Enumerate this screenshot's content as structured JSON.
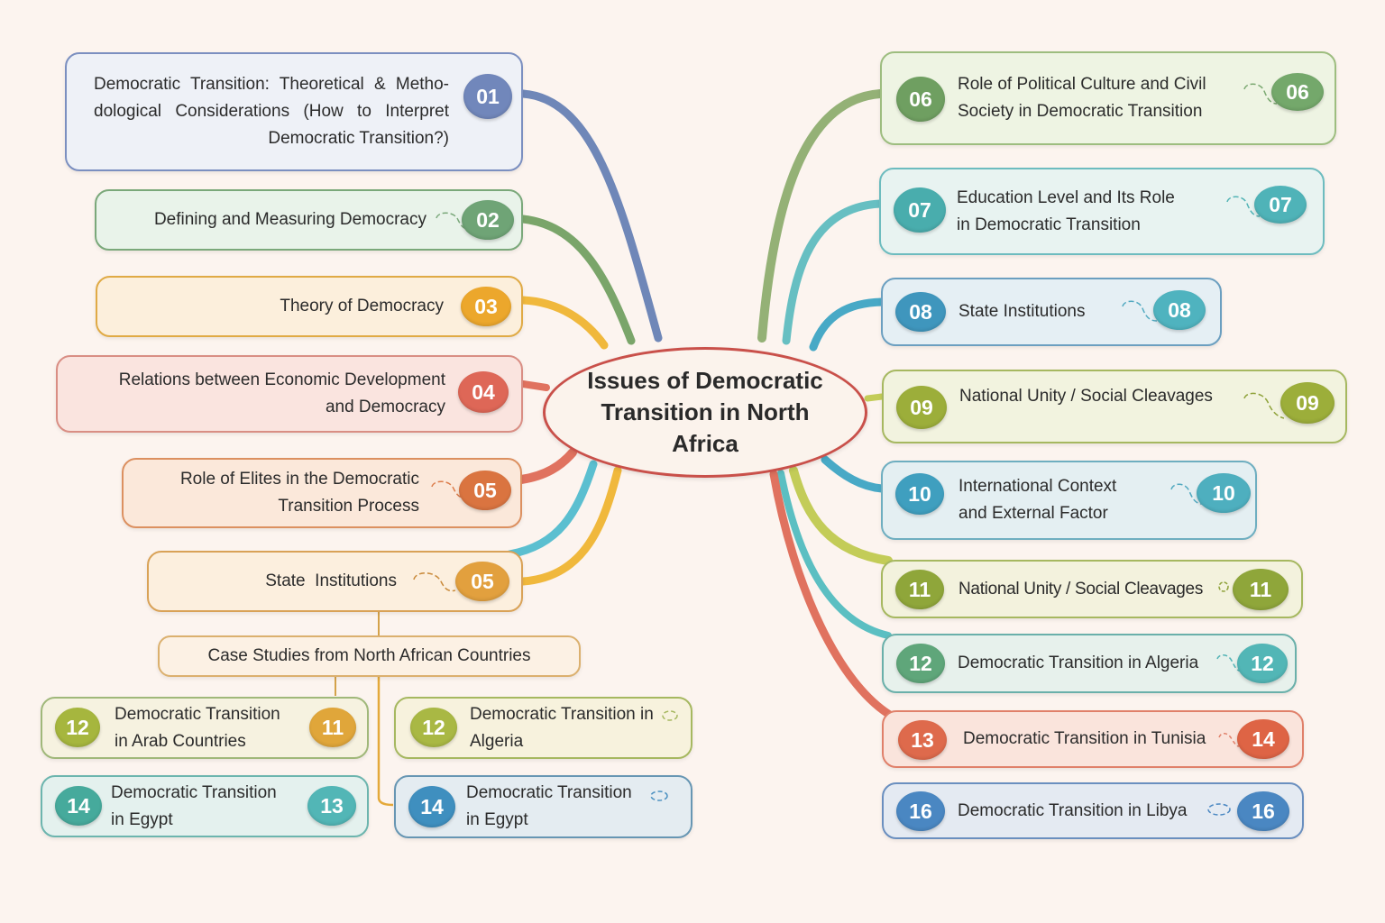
{
  "title": "Issues of Democratic Transition in North Africa",
  "colors": {
    "background": "#fcf4ef",
    "center_border": "#c9504a",
    "blue": "#6f87b8",
    "green": "#6fa06f",
    "amber": "#e9a82c",
    "red": "#d9685a",
    "orange": "#d9743f",
    "teal": "#52b3b5",
    "cyan": "#3f9fbf",
    "olive": "#99ad3a",
    "sage": "#8fb071"
  },
  "left_topics": [
    {
      "number": "01",
      "label": "Democratic Transition: Theoretical & Metho- dological Considerations (How to Interpret Democratic Transition?)"
    },
    {
      "number": "02",
      "label": "Defining and Measuring Democracy"
    },
    {
      "number": "03",
      "label": "Theory of Democracy"
    },
    {
      "number": "04",
      "label": "Relations between Economic Development and Democracy"
    },
    {
      "number": "05",
      "label": "Role of Elites in the Democratic Transition Process"
    },
    {
      "number": "05",
      "label": "State  Institutions"
    }
  ],
  "case_studies": {
    "heading": "Case Studies from North African Countries",
    "items": [
      {
        "left_number": "12",
        "right_number": "11",
        "label": "Democratic Transition in Arab Countries"
      },
      {
        "left_number": "12",
        "label": "Democratic Transition in Algeria"
      },
      {
        "left_number": "14",
        "right_number": "13",
        "label": "Democratic Transition in Egypt"
      },
      {
        "left_number": "14",
        "label": "Democratic Transition in Egypt"
      }
    ]
  },
  "right_topics": [
    {
      "left_number": "06",
      "right_number": "06",
      "label": "Role of Political Culture and Civil Society in Democratic Transition"
    },
    {
      "left_number": "07",
      "right_number": "07",
      "label": "Education Level and Its Role in Democratic Transition"
    },
    {
      "left_number": "08",
      "right_number": "08",
      "label": "State Institutions"
    },
    {
      "left_number": "09",
      "right_number": "09",
      "label": "National Unity / Social Cleavages"
    },
    {
      "left_number": "10",
      "right_number": "10",
      "label": "International Context and External Factor"
    },
    {
      "left_number": "11",
      "right_number": "11",
      "label": "National Unity / Social Cleavages"
    },
    {
      "left_number": "12",
      "right_number": "12",
      "label": "Democratic Transition in Algeria"
    },
    {
      "left_number": "13",
      "right_number": "14",
      "label": "Democratic Transition in Tunisia"
    },
    {
      "left_number": "16",
      "right_number": "16",
      "label": "Democratic Transition in Libya"
    }
  ]
}
